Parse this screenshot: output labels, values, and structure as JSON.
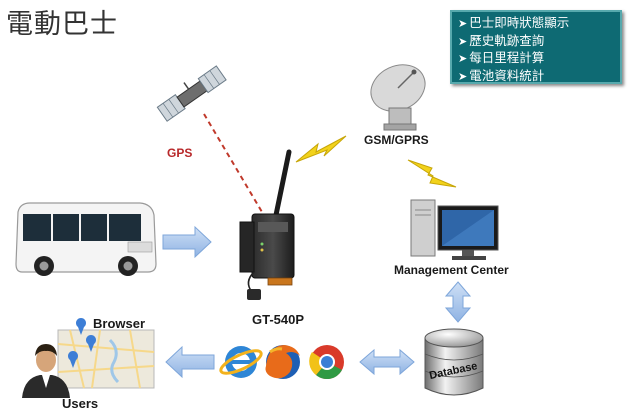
{
  "title": "電動巴士",
  "features": [
    "巴士即時狀態顯示",
    "歷史軌跡查詢",
    "每日里程計算",
    "電池資料統計"
  ],
  "feature_marker": "➤",
  "labels": {
    "gps": "GPS",
    "gsm": "GSM/GPRS",
    "management_center": "Management Center",
    "device": "GT-540P",
    "browser": "Browser",
    "users": "Users",
    "database": "Database"
  },
  "colors": {
    "feature_bg": "#0e6a73",
    "gps_label": "#b8282a",
    "gps_link": "#c0392b",
    "lightning": "#f2d21b",
    "arrow": "#9bbde8"
  },
  "icons": [
    "satellite-icon",
    "dish-antenna-icon",
    "bus-icon",
    "gateway-device-icon",
    "computer-icon",
    "database-icon",
    "ie-icon",
    "firefox-icon",
    "chrome-icon",
    "user-icon",
    "map-icon"
  ]
}
